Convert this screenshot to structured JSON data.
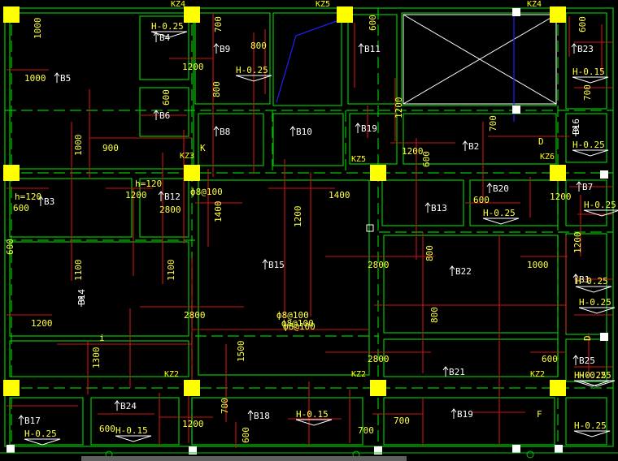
{
  "colors": {
    "background": "#000000",
    "beam": "#00c800",
    "slab_rebar": "#e01010",
    "column": "#ffff00",
    "dimension_text": "#ffff44",
    "slab_tag_text": "#ffffff",
    "diagonal_line": "#2020ff"
  },
  "columns": [
    {
      "id": "c1",
      "label": "KZ4"
    },
    {
      "id": "c2",
      "label": "KZ5"
    },
    {
      "id": "c3",
      "label": "KZ4"
    },
    {
      "id": "c4",
      "label": ""
    },
    {
      "id": "c5",
      "label": "KZ3"
    },
    {
      "id": "c6",
      "label": "KZ5"
    },
    {
      "id": "c7",
      "label": "KZ6"
    },
    {
      "id": "c8",
      "label": ""
    },
    {
      "id": "c9",
      "label": "KZ2"
    },
    {
      "id": "c10",
      "label": "KZ2"
    },
    {
      "id": "c11",
      "label": "KZ2"
    }
  ],
  "slab_tags": [
    "B4",
    "B9",
    "B11",
    "B23",
    "B5",
    "B6",
    "B8",
    "B10",
    "B19",
    "B16",
    "B2",
    "B3",
    "B12",
    "B13",
    "B20",
    "B7",
    "B15",
    "B22",
    "B1",
    "B14",
    "B21",
    "B25",
    "B24",
    "B17",
    "B18",
    "B19"
  ],
  "elevation_notes": [
    "H-0.25",
    "H-0.25",
    "H-0.15",
    "H-0.25",
    "H-0.25",
    "H-0.25",
    "H-0.25",
    "H-0.25",
    "H-0.25",
    "H-0.25",
    "H-0.15",
    "H-0.15",
    "H-0.25",
    "H-0.25"
  ],
  "dimension_labels": [
    "1000",
    "700",
    "800",
    "1200",
    "600",
    "1000",
    "800",
    "600",
    "1200",
    "700",
    "600",
    "700",
    "900",
    "1000",
    "600",
    "1200",
    "1200",
    "2800",
    "1400",
    "600",
    "1200",
    "1400",
    "1200",
    "2800",
    "1100",
    "1100",
    "800",
    "1000",
    "1200",
    "1300",
    "1500",
    "2800",
    "2800",
    "800",
    "600",
    "600",
    "1200",
    "700",
    "700",
    "600",
    "600",
    "700",
    "1200",
    "600",
    "D",
    "D",
    "F",
    "K",
    "h=120",
    "h=120",
    "i",
    "ф8@100",
    "ф8@100",
    "ф8@100",
    "ф8@100"
  ]
}
